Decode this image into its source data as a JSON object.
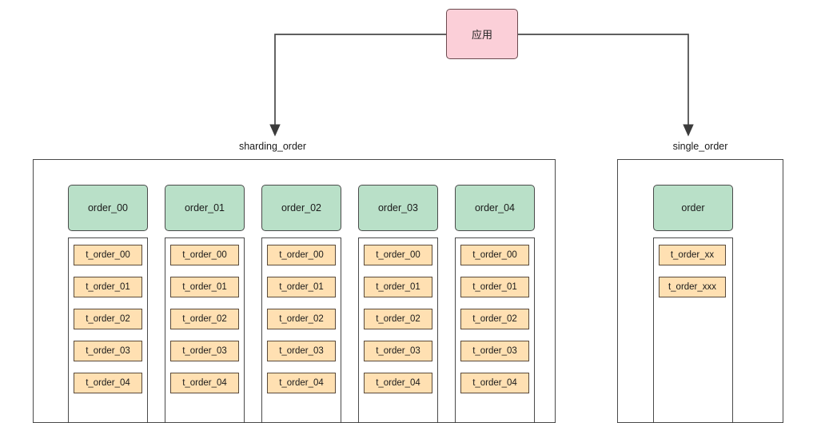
{
  "diagram": {
    "type": "architecture-diagram",
    "title_node": {
      "label": "应用",
      "fill": "#fbcfd8",
      "border": "#6b4a4f"
    },
    "colors": {
      "database_fill": "#b9e0c8",
      "table_fill": "#ffe0b2",
      "line": "#4a4a4a",
      "background": "#ffffff"
    },
    "connectors": [
      {
        "name": "app-to-sharding",
        "from": "应用",
        "to": "sharding_order",
        "style": "elbow-arrow"
      },
      {
        "name": "app-to-single",
        "from": "应用",
        "to": "single_order",
        "style": "elbow-arrow"
      }
    ],
    "groups": [
      {
        "name": "sharding-group",
        "label": "sharding_order",
        "databases": [
          {
            "name": "order_00",
            "tables": [
              "t_order_00",
              "t_order_01",
              "t_order_02",
              "t_order_03",
              "t_order_04"
            ]
          },
          {
            "name": "order_01",
            "tables": [
              "t_order_00",
              "t_order_01",
              "t_order_02",
              "t_order_03",
              "t_order_04"
            ]
          },
          {
            "name": "order_02",
            "tables": [
              "t_order_00",
              "t_order_01",
              "t_order_02",
              "t_order_03",
              "t_order_04"
            ]
          },
          {
            "name": "order_03",
            "tables": [
              "t_order_00",
              "t_order_01",
              "t_order_02",
              "t_order_03",
              "t_order_04"
            ]
          },
          {
            "name": "order_04",
            "tables": [
              "t_order_00",
              "t_order_01",
              "t_order_02",
              "t_order_03",
              "t_order_04"
            ]
          }
        ]
      },
      {
        "name": "single-group",
        "label": "single_order",
        "databases": [
          {
            "name": "order",
            "tables": [
              "t_order_xx",
              "t_order_xxx"
            ]
          }
        ]
      }
    ]
  }
}
